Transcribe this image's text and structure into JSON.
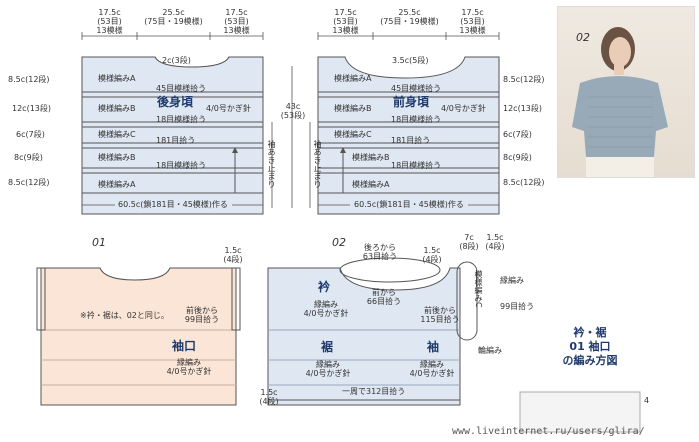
{
  "back": {
    "top_dims": [
      {
        "cm": "17.5c",
        "detail": "(53目)",
        "rows": "13模様"
      },
      {
        "cm": "25.5c",
        "detail": "(75目・19模様)",
        "rows": ""
      },
      {
        "cm": "17.5c",
        "detail": "(53目)",
        "rows": "13模様"
      }
    ],
    "neck": "2c(3段)",
    "pattern_a_top": "模様編みA",
    "pick_45": "45目模様拾う",
    "pattern_b1": "模様編みB",
    "title": "後身頃",
    "hook": "4/0号かぎ針",
    "pick_18a": "18目模様拾う",
    "pattern_c": "模様編みC",
    "pick_181": "181目拾う",
    "pattern_b2": "模様編みB",
    "pick_18b": "18目模様拾う",
    "pattern_a_bottom": "模様編みA",
    "bottom": "60.5c(鎖181目・45模様)作る",
    "left_rows": [
      "8.5c(12段)",
      "12c(13段)",
      "6c(7段)",
      "8c(9段)",
      "8.5c(12段)"
    ],
    "height": "43c",
    "height_rows": "(53段)",
    "sleeve_stop": "袖あき止まり"
  },
  "front": {
    "top_dims": [
      {
        "cm": "17.5c",
        "detail": "(53目)",
        "rows": "13模様"
      },
      {
        "cm": "25.5c",
        "detail": "(75目・19模様)",
        "rows": ""
      },
      {
        "cm": "17.5c",
        "detail": "(53目)",
        "rows": "13模様"
      }
    ],
    "neck": "3.5c(5段)",
    "pattern_a_top": "模様編みA",
    "pick_45": "45目模様拾う",
    "pattern_b1": "模様編みB",
    "title": "前身頃",
    "hook": "4/0号かぎ針",
    "pick_18a": "18目模様拾う",
    "pattern_c": "模様編みC",
    "pick_181": "181目拾う",
    "pattern_b2": "模様編みB",
    "pick_18b": "18目模様拾う",
    "pattern_a_bottom": "模様編みA",
    "bottom": "60.5c(鎖181目・45模様)作る",
    "right_rows": [
      "8.5c(12段)",
      "12c(13段)",
      "6c(7段)",
      "8c(9段)",
      "8.5c(12段)"
    ],
    "sleeve_stop": "袖あき止まり"
  },
  "photo_label": "02",
  "diagram01": {
    "label": "01",
    "note": "※衿・裾は、02と同じ。",
    "dim": "1.5c",
    "dim_rows": "(4段)",
    "pick_front": "前後から",
    "pick_count": "99目拾う",
    "cuff_title": "袖口",
    "cuff_stitch": "縁編み",
    "cuff_hook": "4/0号かぎ針"
  },
  "diagram02": {
    "label": "02",
    "back_pick": "後ろから",
    "back_count": "63目拾う",
    "dim_a": "1.5c",
    "dim_a_rows": "(4段)",
    "front_pick": "前から",
    "front_count": "66目拾う",
    "collar_title": "衿",
    "collar_stitch": "縁編み",
    "collar_hook": "4/0号かぎ針",
    "hem_title": "裾",
    "hem_stitch": "縁編み",
    "hem_hook": "4/0号かぎ針",
    "sleeve_title": "袖",
    "sleeve_stitch": "縁編み",
    "sleeve_hook": "4/0号かぎ針",
    "sleeve_pick": "前後から",
    "sleeve_count": "115目拾う",
    "dim_b": "7c",
    "dim_b_rows": "(8段)",
    "dim_c": "1.5c",
    "dim_c_rows": "(4段)",
    "pattern_c_vertical": "模様編みC",
    "edge": "縁編み",
    "pick_99": "99目拾う",
    "ring": "輪編み",
    "hem_dim": "1.5c",
    "hem_dim_rows": "(4段)",
    "hem_pick": "一周で312目拾う"
  },
  "legend": {
    "line1": "衿・裾",
    "line2": "01 袖口",
    "line3": "の編み方図",
    "row_num": "4"
  },
  "watermark": "www.liveinternet.ru/users/glira/",
  "colors": {
    "body_blue": "#dfe7f2",
    "body_pink": "#fbe5d6",
    "line": "#555555",
    "title": "#1f3a6d"
  }
}
